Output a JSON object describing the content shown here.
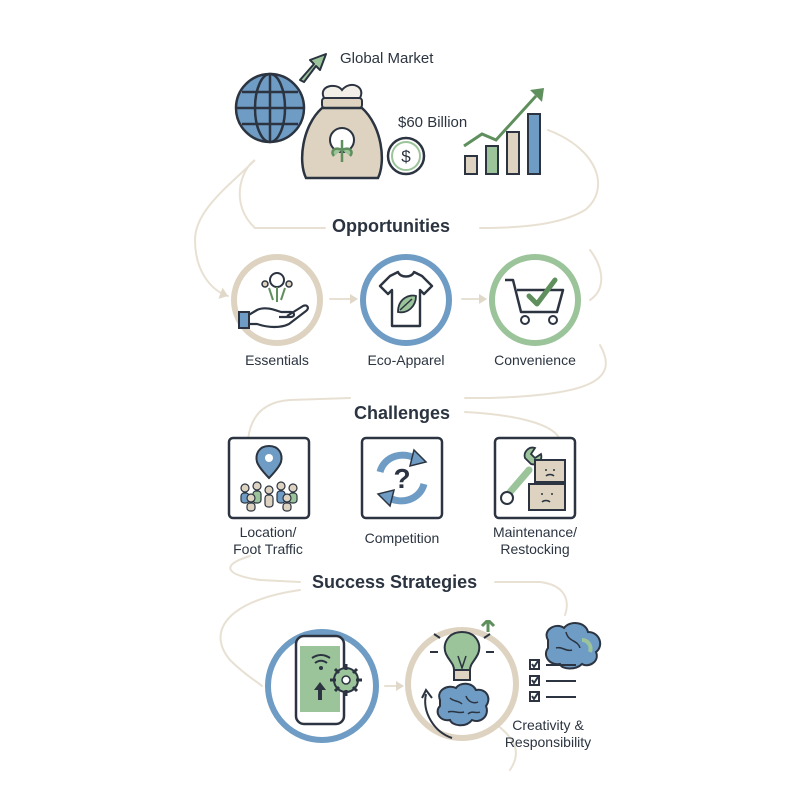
{
  "header": {
    "market_label": "Global Market",
    "value_label": "$60 Billion"
  },
  "opportunities": {
    "heading": "Opportunities",
    "items": [
      {
        "label": "Essentials",
        "icon": "hand-with-cotton-icon"
      },
      {
        "label": "Eco-Apparel",
        "icon": "tshirt-leaf-icon"
      },
      {
        "label": "Convenience",
        "icon": "shopping-cart-check-icon"
      }
    ]
  },
  "challenges": {
    "heading": "Challenges",
    "items": [
      {
        "label_line1": "Location/",
        "label_line2": "Foot Traffic",
        "icon": "location-crowd-icon"
      },
      {
        "label_line1": "Competition",
        "label_line2": "",
        "icon": "question-cycle-icon"
      },
      {
        "label_line1": "Maintenance/",
        "label_line2": "Restocking",
        "icon": "wrench-boxes-icon"
      }
    ]
  },
  "strategies": {
    "heading": "Success Strategies",
    "items": [
      {
        "label_line1": "",
        "label_line2": "",
        "icon": "smartphone-gear-icon"
      },
      {
        "label_line1": "Creativity &",
        "label_line2": "Responsibility",
        "icon": "lightbulb-brain-icon"
      }
    ]
  },
  "colors": {
    "blue": "#6f9cc4",
    "green": "#9cc49a",
    "beige": "#ddd3c0",
    "line": "#ece5d8",
    "ink": "#2b3440"
  }
}
